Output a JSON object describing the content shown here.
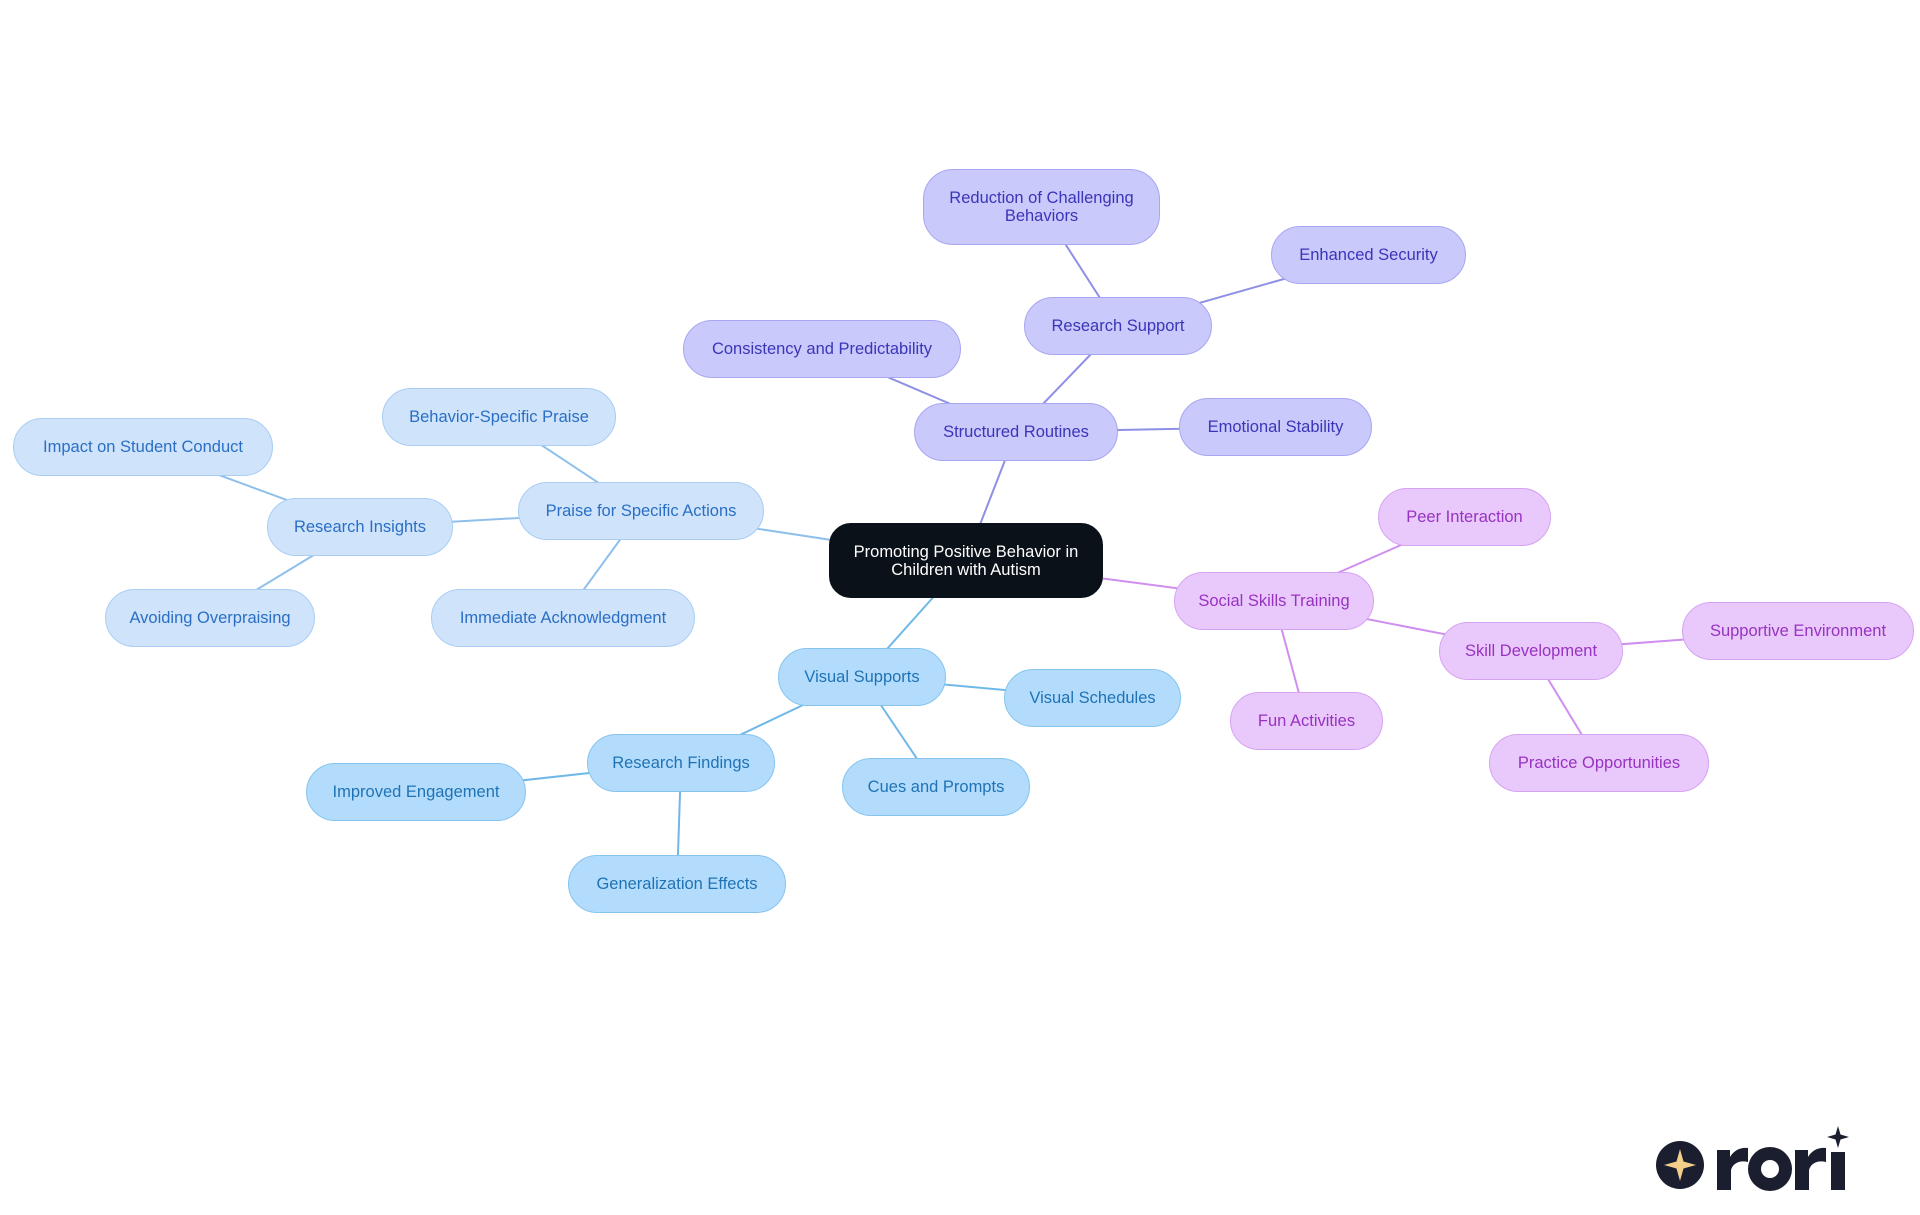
{
  "mindmap": {
    "root": "Promoting Positive Behavior in Children with Autism",
    "nodes": {
      "praise": "Praise for Specific Actions",
      "behavior_praise": "Behavior-Specific Praise",
      "research_insights": "Research Insights",
      "impact_conduct": "Impact on Student Conduct",
      "avoid_overpraise": "Avoiding Overpraising",
      "immediate_ack": "Immediate Acknowledgment",
      "structured": "Structured Routines",
      "consistency": "Consistency and Predictability",
      "research_support": "Research Support",
      "reduction": "Reduction of Challenging Behaviors",
      "security": "Enhanced Security",
      "emotional": "Emotional Stability",
      "visual_supports": "Visual Supports",
      "visual_schedules": "Visual Schedules",
      "cues": "Cues and Prompts",
      "research_findings": "Research Findings",
      "engagement": "Improved Engagement",
      "generalization": "Generalization Effects",
      "social": "Social Skills Training",
      "peer": "Peer Interaction",
      "fun": "Fun Activities",
      "skill_dev": "Skill Development",
      "supportive": "Supportive Environment",
      "practice": "Practice Opportunities"
    },
    "edges": [
      [
        "root",
        "praise"
      ],
      [
        "praise",
        "behavior_praise"
      ],
      [
        "praise",
        "research_insights"
      ],
      [
        "research_insights",
        "impact_conduct"
      ],
      [
        "research_insights",
        "avoid_overpraise"
      ],
      [
        "praise",
        "immediate_ack"
      ],
      [
        "root",
        "structured"
      ],
      [
        "structured",
        "consistency"
      ],
      [
        "structured",
        "research_support"
      ],
      [
        "research_support",
        "reduction"
      ],
      [
        "research_support",
        "security"
      ],
      [
        "structured",
        "emotional"
      ],
      [
        "root",
        "visual_supports"
      ],
      [
        "visual_supports",
        "visual_schedules"
      ],
      [
        "visual_supports",
        "cues"
      ],
      [
        "visual_supports",
        "research_findings"
      ],
      [
        "research_findings",
        "engagement"
      ],
      [
        "research_findings",
        "generalization"
      ],
      [
        "root",
        "social"
      ],
      [
        "social",
        "peer"
      ],
      [
        "social",
        "fun"
      ],
      [
        "social",
        "skill_dev"
      ],
      [
        "skill_dev",
        "supportive"
      ],
      [
        "skill_dev",
        "practice"
      ]
    ],
    "branch_colors": {
      "light": "#8fc0ec",
      "sky": "#6fb8e8",
      "violet": "#8f8fe6",
      "purple": "#cf8ef0"
    }
  },
  "logo": {
    "text": "rori",
    "icon": "sparkle-icon"
  }
}
